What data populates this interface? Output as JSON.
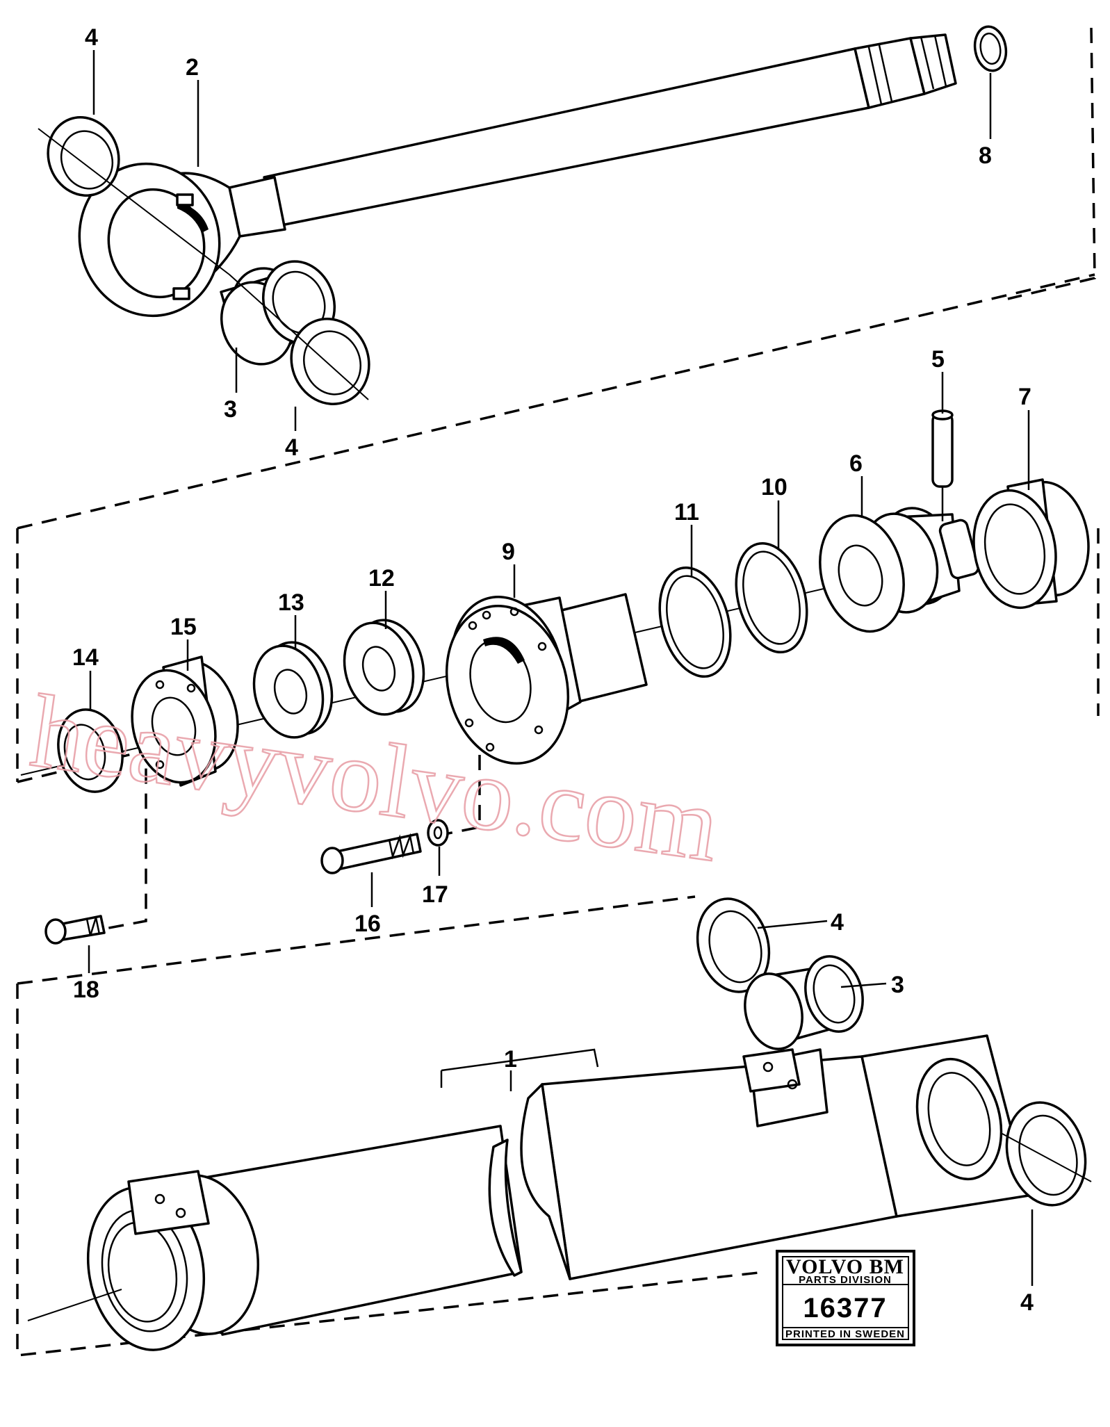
{
  "callouts": {
    "c1": "1",
    "c2": "2",
    "c3a": "3",
    "c3b": "3",
    "c4a": "4",
    "c4b": "4",
    "c4c": "4",
    "c4d": "4",
    "c5": "5",
    "c6": "6",
    "c7": "7",
    "c8": "8",
    "c9": "9",
    "c10": "10",
    "c11": "11",
    "c12": "12",
    "c13": "13",
    "c14": "14",
    "c15": "15",
    "c16": "16",
    "c17": "17",
    "c18": "18"
  },
  "badge": {
    "brand": "VOLVO BM",
    "division": "PARTS DIVISION",
    "number": "16377",
    "printed": "PRINTED IN SWEDEN"
  },
  "watermark": "heavyvolvo.com"
}
